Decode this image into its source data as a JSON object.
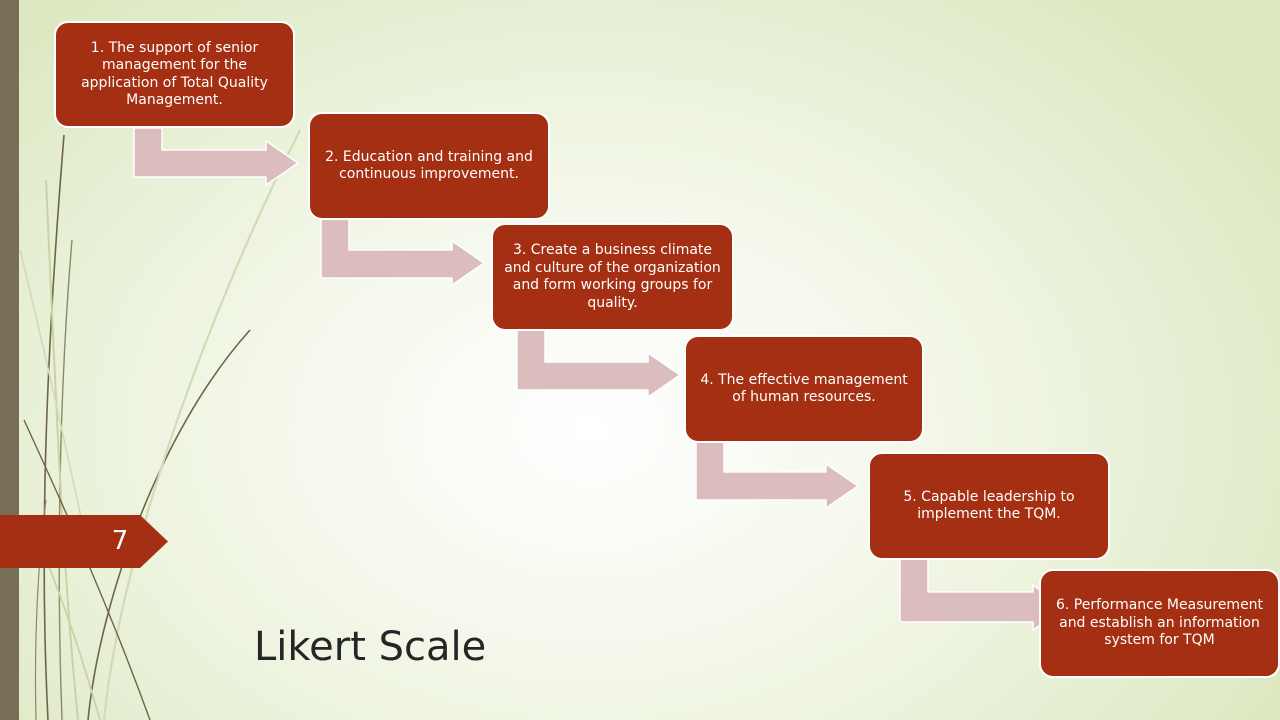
{
  "slide": {
    "title": "Likert Scale",
    "page_number": "7",
    "colors": {
      "box_fill": "#a52f12",
      "box_border": "#ffffff",
      "arrow_fill": "#dbbdbd",
      "side_bar": "#776f55",
      "grass_dark": "#6e6546",
      "grass_light": "#c9d3a9"
    }
  },
  "steps": [
    {
      "label": "1. The support of senior management for the application of Total Quality Management."
    },
    {
      "label": "2. Education and training and continuous improvement."
    },
    {
      "label": "3. Create a business climate and culture of the organization and form working groups for quality."
    },
    {
      "label": "4. The effective management of human resources."
    },
    {
      "label": "5. Capable leadership to implement the TQM."
    },
    {
      "label": "6. Performance Measurement and establish an information system for TQM"
    }
  ]
}
